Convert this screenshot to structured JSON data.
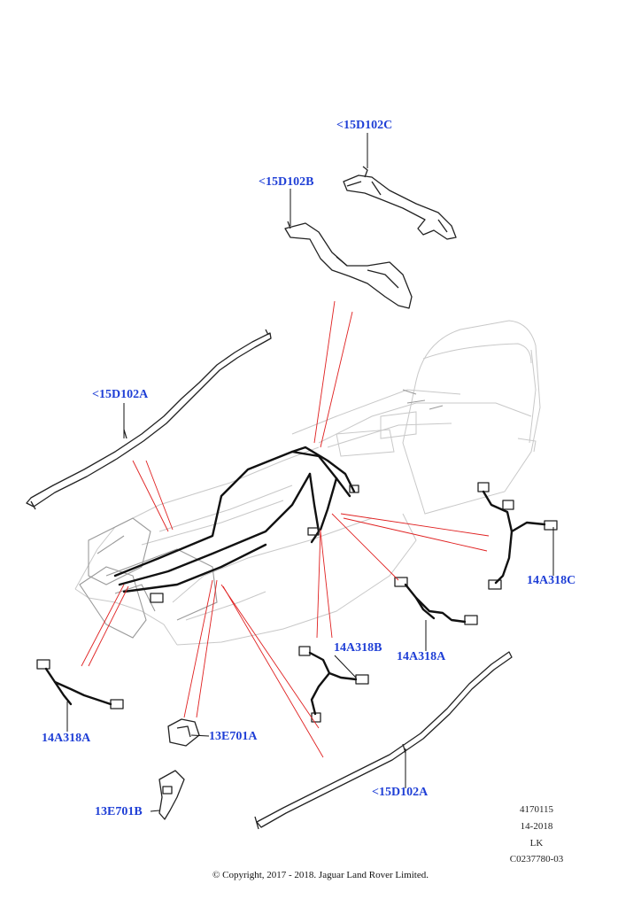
{
  "labels": {
    "bracket_c": "<15D102C",
    "bracket_b": "<15D102B",
    "rail_left": "<15D102A",
    "rail_right": "<15D102A",
    "harness_c": "14A318C",
    "harness_b": "14A318B",
    "harness_a_right": "14A318A",
    "harness_a_left": "14A318A",
    "switch_a": "13E701A",
    "switch_b": "13E701B"
  },
  "reference": {
    "illustration_number": "4170115",
    "date_code": "14-2018",
    "initials": "LK",
    "catalog_code": "C0237780-03"
  },
  "copyright": "© Copyright, 2017 - 2018. Jaguar Land Rover Limited.",
  "colors": {
    "callout_text": "#1f3fd6",
    "leader_lines": "#e02020",
    "harness": "#111111",
    "console_outline": "#c8c8c8"
  }
}
